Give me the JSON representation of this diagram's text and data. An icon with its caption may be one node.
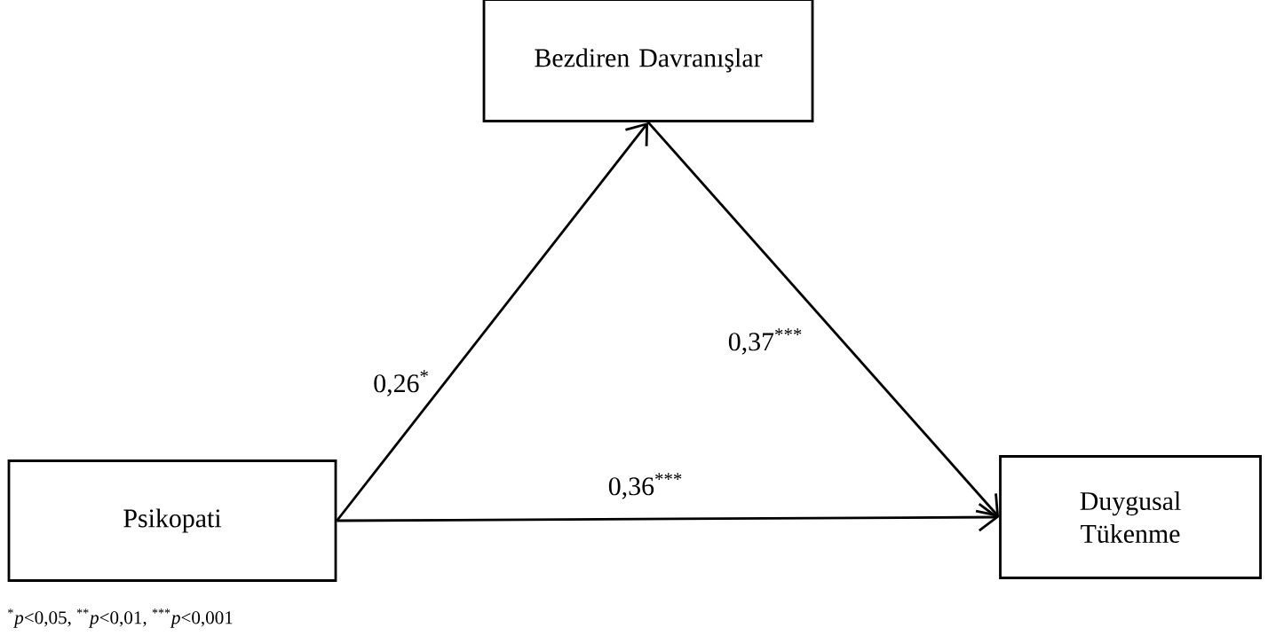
{
  "diagram": {
    "nodes": [
      {
        "text": [
          "Bezdiren Davranışlar"
        ]
      },
      {
        "text": [
          "Psikopati"
        ]
      },
      {
        "text": [
          "Duygusal Tükenme"
        ]
      }
    ],
    "edges": [
      {
        "from": 1,
        "to": 0,
        "arrow": "to",
        "label": "0,26$^{*}$"
      },
      {
        "from": 0,
        "to": 2,
        "arrow": "to",
        "label": "0,37$^{***}$"
      },
      {
        "from": 1,
        "to": 2,
        "arrow": "to",
        "label": "0,36$^{***}$"
      }
    ],
    "labels": [
      "$^{*}$*p*<0,05, $^{**}$*p*<0,01, $^{***}$*p*<0,001"
    ]
  }
}
